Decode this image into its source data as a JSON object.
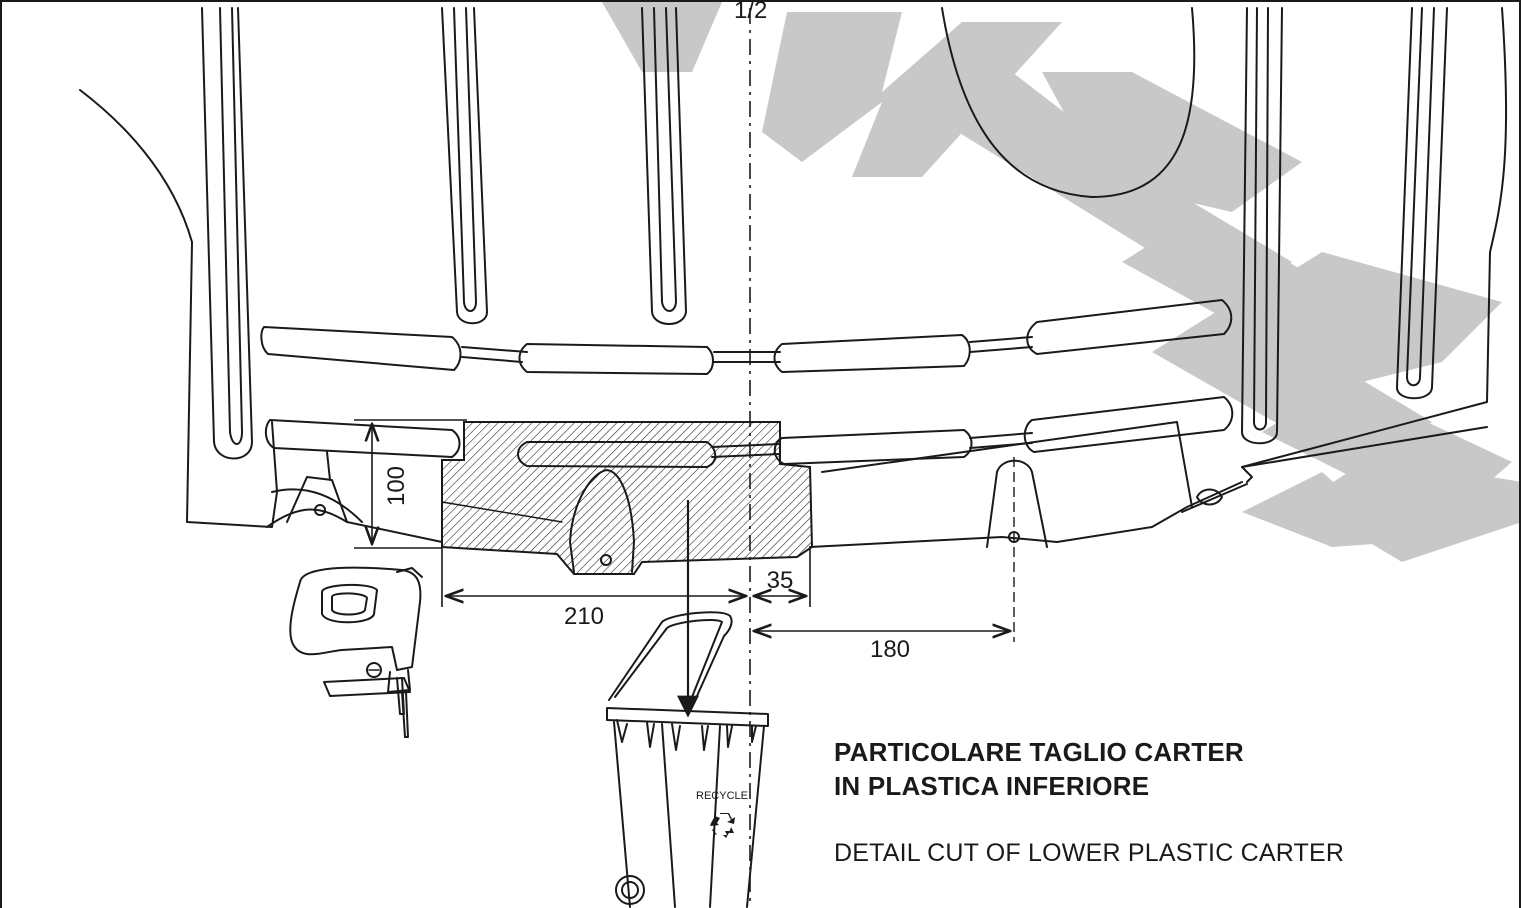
{
  "dimensions": {
    "centerline_mark": "1/2",
    "height": "100",
    "cut_width": "210",
    "offset_right": "35",
    "bracket_distance": "180"
  },
  "caption": {
    "it_line1": "PARTICOLARE TAGLIO CARTER",
    "it_line2": "IN PLASTICA INFERIORE",
    "en": "DETAIL CUT OF LOWER PLASTIC CARTER"
  },
  "bin": {
    "label": "RECYCLE"
  },
  "icons": {
    "saw": "jigsaw-icon",
    "bin": "recycle-bin-icon",
    "recycle": "recycle-symbol-icon"
  },
  "colors": {
    "ink": "#1a1a1a",
    "watermark": "#c8c8c8",
    "hatch": "#1a1a1a"
  }
}
